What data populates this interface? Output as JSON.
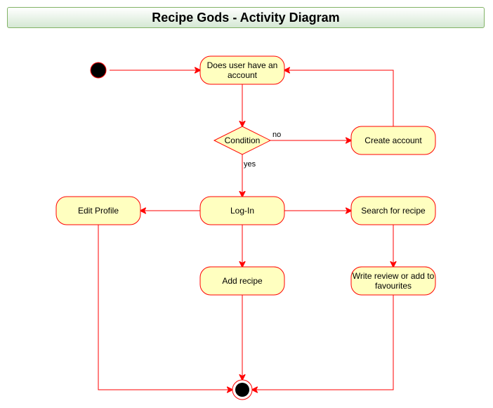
{
  "title": "Recipe Gods - Activity Diagram",
  "colors": {
    "node_fill": "#ffffc0",
    "node_stroke": "#ff0000",
    "edge": "#ff0000",
    "title_stroke": "#82b366",
    "title_fill": "#d5e8d4"
  },
  "nodes": {
    "start": {
      "type": "initial"
    },
    "check_account": {
      "type": "action",
      "lines": [
        "Does user have an",
        "account"
      ]
    },
    "condition": {
      "type": "decision",
      "lines": [
        "Condition"
      ]
    },
    "create_account": {
      "type": "action",
      "lines": [
        "Create account"
      ]
    },
    "login": {
      "type": "action",
      "lines": [
        "Log-In"
      ]
    },
    "edit_profile": {
      "type": "action",
      "lines": [
        "Edit Profile"
      ]
    },
    "search_recipe": {
      "type": "action",
      "lines": [
        "Search for recipe"
      ]
    },
    "add_recipe": {
      "type": "action",
      "lines": [
        "Add recipe"
      ]
    },
    "write_review": {
      "type": "action",
      "lines": [
        "Write review or add to",
        "favourites"
      ]
    },
    "end": {
      "type": "final"
    }
  },
  "edges": [
    {
      "from": "start",
      "to": "check_account"
    },
    {
      "from": "check_account",
      "to": "condition"
    },
    {
      "from": "condition",
      "to": "create_account",
      "label": "no"
    },
    {
      "from": "create_account",
      "to": "check_account"
    },
    {
      "from": "condition",
      "to": "login",
      "label": "yes"
    },
    {
      "from": "login",
      "to": "edit_profile"
    },
    {
      "from": "login",
      "to": "search_recipe"
    },
    {
      "from": "login",
      "to": "add_recipe"
    },
    {
      "from": "search_recipe",
      "to": "write_review"
    },
    {
      "from": "edit_profile",
      "to": "end"
    },
    {
      "from": "add_recipe",
      "to": "end"
    },
    {
      "from": "write_review",
      "to": "end"
    }
  ]
}
